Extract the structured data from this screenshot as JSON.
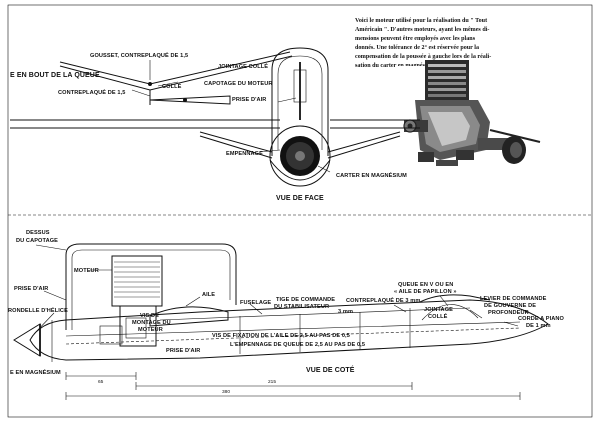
{
  "intro_lines": [
    "Voici le moteur utilisé pour la réalisation du \" Tout",
    "Américain \". D'autres moteurs, ayant les mêmes di-",
    "mensions peuvent être employés avec les plans",
    "donnés. Une tolérance de 2° est réservée pour la",
    "compensation de la poussée à gauche lors de la réali-",
    "sation du carter en magnésium."
  ],
  "front_view": {
    "title": "VUE DE FACE",
    "labels": {
      "gousset": "GOUSSET, CONTREPLAQUÉ DE 1,5",
      "bout_queue": "E EN BOUT DE LA QUEUE",
      "colle": "COLLÉ",
      "contreplaque": "CONTREPLAQUÉ DE 1,5",
      "jointage": "JOINTAGE COLLÉ",
      "capotage_moteur": "CAPOTAGE DU MOTEUR",
      "prise_air": "PRISE D'AIR",
      "empennage": "EMPENNAGE",
      "carter": "CARTER EN MAGNÉSIUM"
    }
  },
  "side_view": {
    "title": "VUE DE COTÉ",
    "labels": {
      "dessus": "DESSUS",
      "du_capotage": "DU CAPOTAGE",
      "moteur": "MOTEUR",
      "prise_air_left": "PRISE D'AIR",
      "rondelle": "RONDELLE D'HÉLICE",
      "magnesium": "E EN MAGNÉSIUM",
      "aile": "AILE",
      "vis_montage_1": "VIS DE",
      "vis_montage_2": "MONTAGE DU",
      "vis_montage_3": "MOTEUR",
      "prise_air_bottom": "PRISE D'AIR",
      "fuselage": "FUSELAGE",
      "tige_1": "TIGE DE COMMANDE",
      "tige_2": "DU STABILISATEUR",
      "tige_3": "3 mm",
      "contreplaque_3": "CONTREPLAQUÉ DE 3 mm",
      "queue_v_1": "QUEUE EN V OU EN",
      "queue_v_2": "« AILE DE PAPILLON »",
      "jointage_1": "JOINTAGE",
      "jointage_2": "COLLÉ",
      "levier_1": "LEVIER DE COMMANDE",
      "levier_2": "DE GOUVERNE DE",
      "levier_3": "PROFONDEUR",
      "corde_1": "CORDE A PIANO",
      "corde_2": "DE 1 mm",
      "vis_fixation": "VIS DE FIXATION DE L'AILE DE 2,5 AU PAS DE 0,5",
      "empennage_vis": "L'EMPENNAGE DE QUEUE DE 2,5 AU PAS DE 0,5"
    },
    "dimensions": {
      "d1": "65",
      "d2": "380",
      "d3": "215"
    }
  }
}
